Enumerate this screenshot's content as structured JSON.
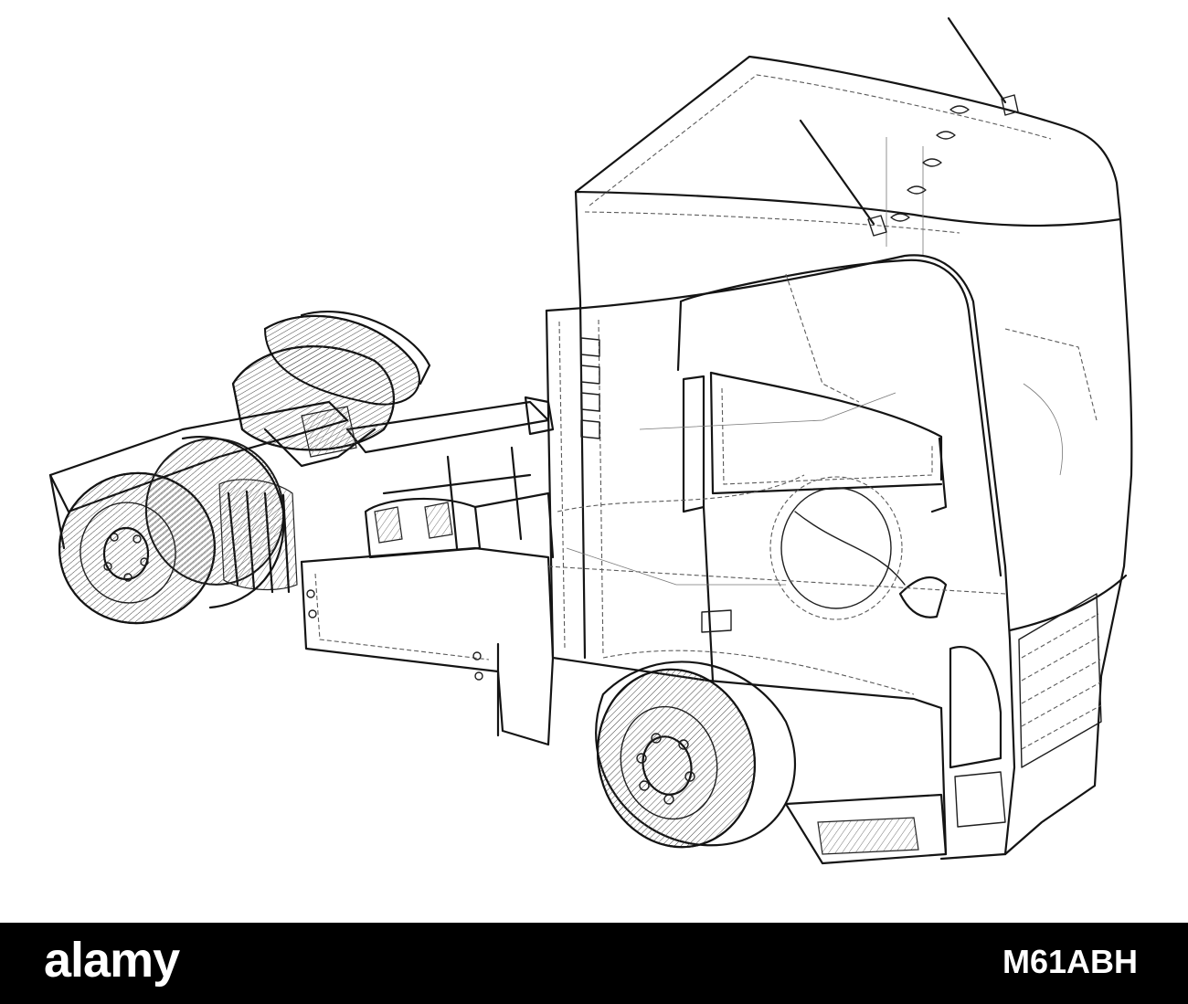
{
  "image": {
    "subject": "truck-tractor-wireframe",
    "colors": {
      "line": "#141414",
      "background": "#ffffff",
      "footer": "#000000",
      "footer_text": "#ffffff"
    }
  },
  "footer": {
    "brand": "alamy",
    "image_id": "M61ABH"
  }
}
